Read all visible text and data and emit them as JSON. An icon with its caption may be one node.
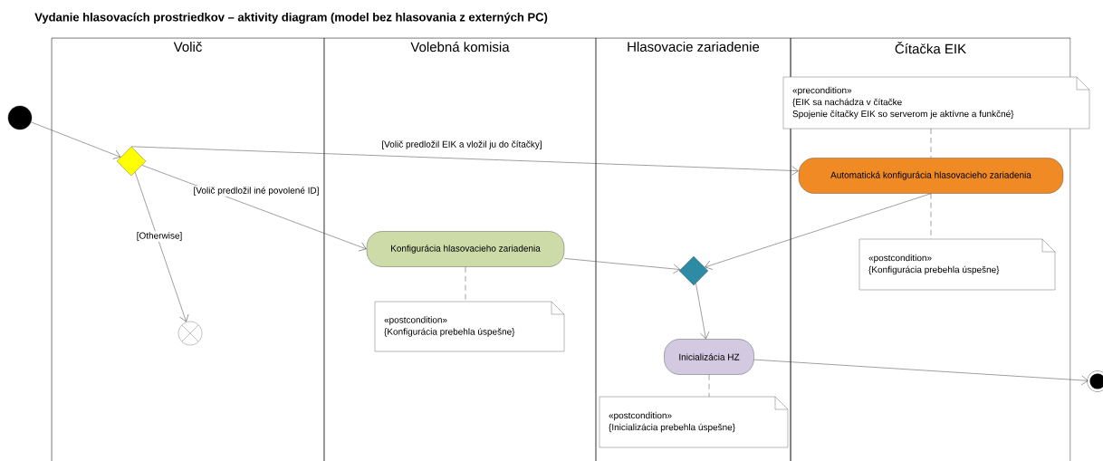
{
  "diagram": {
    "title": "Vydanie hlasovacích prostriedkov – aktivity diagram (model bez hlasovania z externých PC)",
    "nodes": [
      {
        "text": [
          "Volič"
        ]
      },
      {
        "text": [
          "Volebná komisia"
        ]
      },
      {
        "text": [
          "Hlasovacie zariadenie"
        ]
      },
      {
        "text": [
          "Čítačka EIK"
        ]
      },
      {
        "text": [],
        "shape": "circle"
      },
      {
        "text": [],
        "shape": "diamond",
        "in": 0
      },
      {
        "text": [],
        "shape": "circle",
        "in": 0
      },
      {
        "text": [
          "Konfigurácia hlasovacieho zariadenia"
        ],
        "in": 1
      },
      {
        "text": [
          "«postcondition»",
          "{Konfigurácia prebehla úspešne}"
        ],
        "in": 1
      },
      {
        "text": [],
        "shape": "diamond",
        "in": 2
      },
      {
        "text": [
          "Inicializácia HZ"
        ],
        "in": 2
      },
      {
        "text": [
          "«postcondition»",
          "{Inicializácia prebehla úspešne}"
        ],
        "in": 2
      },
      {
        "text": [
          "«precondition»",
          "{EIK sa nachádza v čítačke",
          "Spojenie čítačky EIK so serverom je aktívne a funkčné}"
        ]
      },
      {
        "text": [
          "Automatická konfigurácia hlasovacieho zariadenia"
        ],
        "in": 3
      },
      {
        "text": [
          "«postcondition»",
          "{Konfigurácia prebehla úspešne}"
        ],
        "in": 3
      },
      {
        "text": [],
        "shape": "circle"
      }
    ],
    "edges": [
      {
        "from": 4,
        "to": 5,
        "arrow": "to"
      },
      {
        "from": 5,
        "to": 13,
        "arrow": "to",
        "label": "[Volič predložil EIK a vložil ju do čítačky]"
      },
      {
        "from": 5,
        "to": 7,
        "arrow": "to",
        "label": "[Volič predložil iné povolené ID]"
      },
      {
        "from": 5,
        "to": 6,
        "arrow": "to",
        "label": "[Otherwise]"
      },
      {
        "from": 7,
        "to": 9,
        "arrow": "to"
      },
      {
        "from": 13,
        "to": 9,
        "arrow": "to"
      },
      {
        "from": 9,
        "to": 10,
        "arrow": "to"
      },
      {
        "from": 10,
        "to": 15,
        "arrow": "to"
      },
      {
        "from": 7,
        "to": 8,
        "arrow": "none",
        "style": "dashed"
      },
      {
        "from": 12,
        "to": 13,
        "arrow": "none",
        "style": "dashed"
      },
      {
        "from": 13,
        "to": 14,
        "arrow": "none",
        "style": "dashed"
      },
      {
        "from": 10,
        "to": 11,
        "arrow": "none",
        "style": "dashed"
      }
    ]
  }
}
